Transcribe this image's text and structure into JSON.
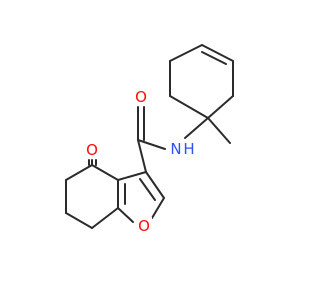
{
  "molecule": {
    "atoms": {
      "oxygen_ketone": {
        "symbol": "O",
        "color": "#ff0d0d"
      },
      "nitrogen_amide": {
        "symbol": "N",
        "color": "#3050f8"
      },
      "hydrogen_amide": {
        "symbol": "H",
        "color": "#3050f8"
      },
      "oxygen_amide": {
        "symbol": "O",
        "color": "#ff0d0d"
      },
      "oxygen_furan": {
        "symbol": "O",
        "color": "#ff0d0d"
      }
    },
    "bond_color": "#2b2b2b"
  }
}
